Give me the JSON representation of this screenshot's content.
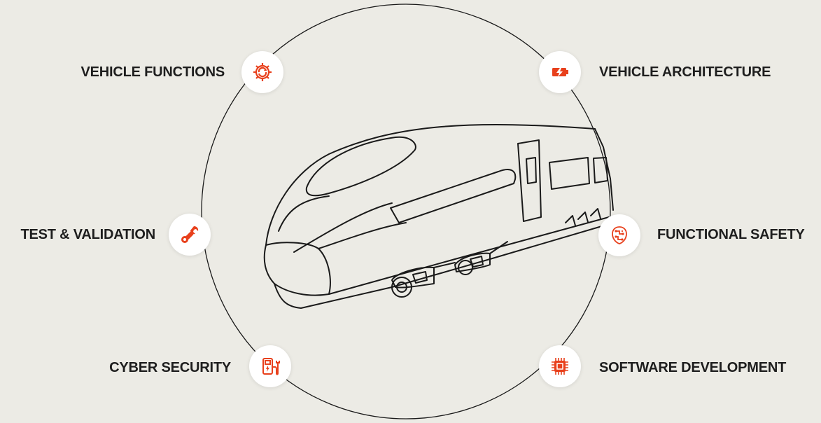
{
  "nodes": [
    {
      "label": "VEHICLE FUNCTIONS",
      "icon": "gear-cycle-icon"
    },
    {
      "label": "VEHICLE ARCHITECTURE",
      "icon": "battery-charge-icon"
    },
    {
      "label": "TEST & VALIDATION",
      "icon": "wrench-icon"
    },
    {
      "label": "FUNCTIONAL SAFETY",
      "icon": "circuit-icon"
    },
    {
      "label": "CYBER SECURITY",
      "icon": "charging-station-icon"
    },
    {
      "label": "SOFTWARE DEVELOPMENT",
      "icon": "microchip-icon"
    }
  ],
  "colors": {
    "background": "#ecebe5",
    "accent": "#e8401c",
    "text": "#1e1e1e",
    "line": "#1a1a1a"
  }
}
